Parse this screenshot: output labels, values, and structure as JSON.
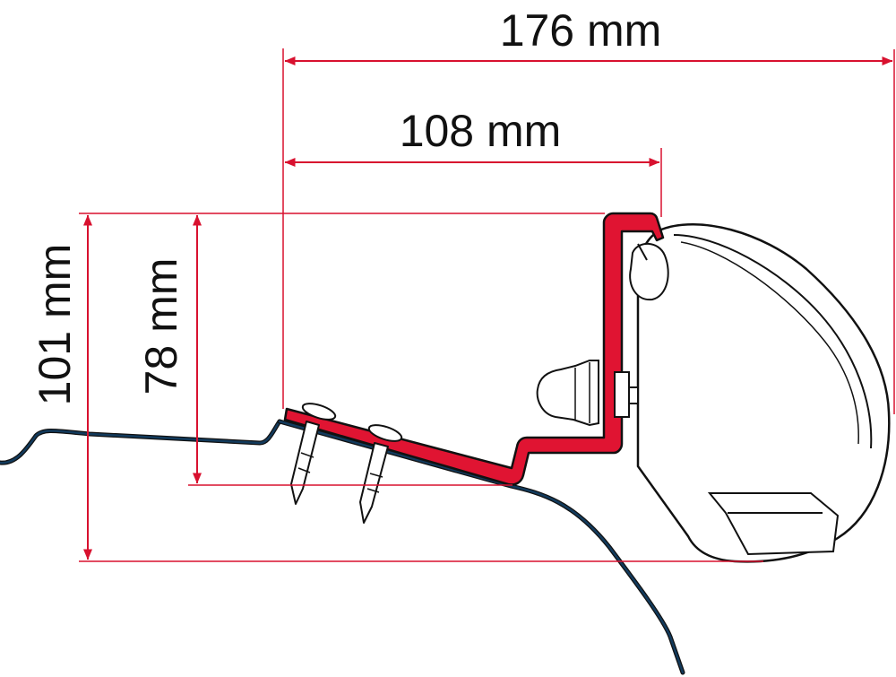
{
  "dimensions": {
    "total_width": "176 mm",
    "bracket_width": "108 mm",
    "total_height": "101 mm",
    "bracket_height": "78 mm"
  },
  "colors": {
    "dimension_line": "#d8112f",
    "bracket_fill": "#e01432",
    "vehicle_roof": "#123a5c",
    "outline": "#111111",
    "text": "#111111"
  }
}
